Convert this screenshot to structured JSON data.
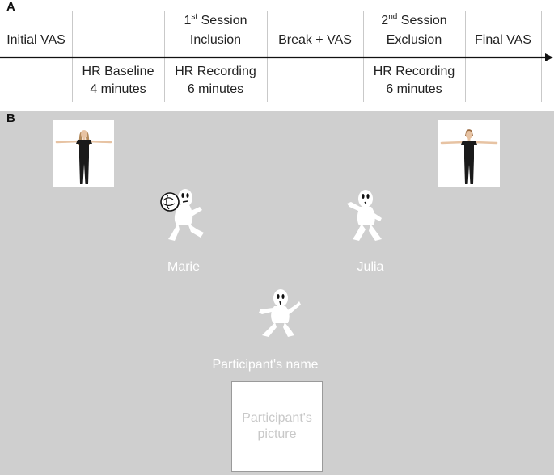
{
  "panel_a": {
    "label": "A",
    "above": {
      "initial_vas": "Initial VAS",
      "session1_pre": "1",
      "session1_sup": "st",
      "session1_post": " Session",
      "session1_sub": "Inclusion",
      "break_vas": "Break + VAS",
      "session2_pre": "2",
      "session2_sup": "nd",
      "session2_post": " Session",
      "session2_sub": "Exclusion",
      "final_vas": "Final VAS"
    },
    "below": {
      "hr_baseline": "HR Baseline",
      "hr_baseline_dur": "4 minutes",
      "hr_recording1": "HR Recording",
      "hr_recording1_dur": "6 minutes",
      "hr_recording2": "HR Recording",
      "hr_recording2_dur": "6 minutes"
    }
  },
  "panel_b": {
    "label": "B",
    "player_left": "Marie",
    "player_right": "Julia",
    "participant": "Participant's name",
    "participant_picture": "Participant's picture",
    "background_color": "#cfcfcf"
  }
}
